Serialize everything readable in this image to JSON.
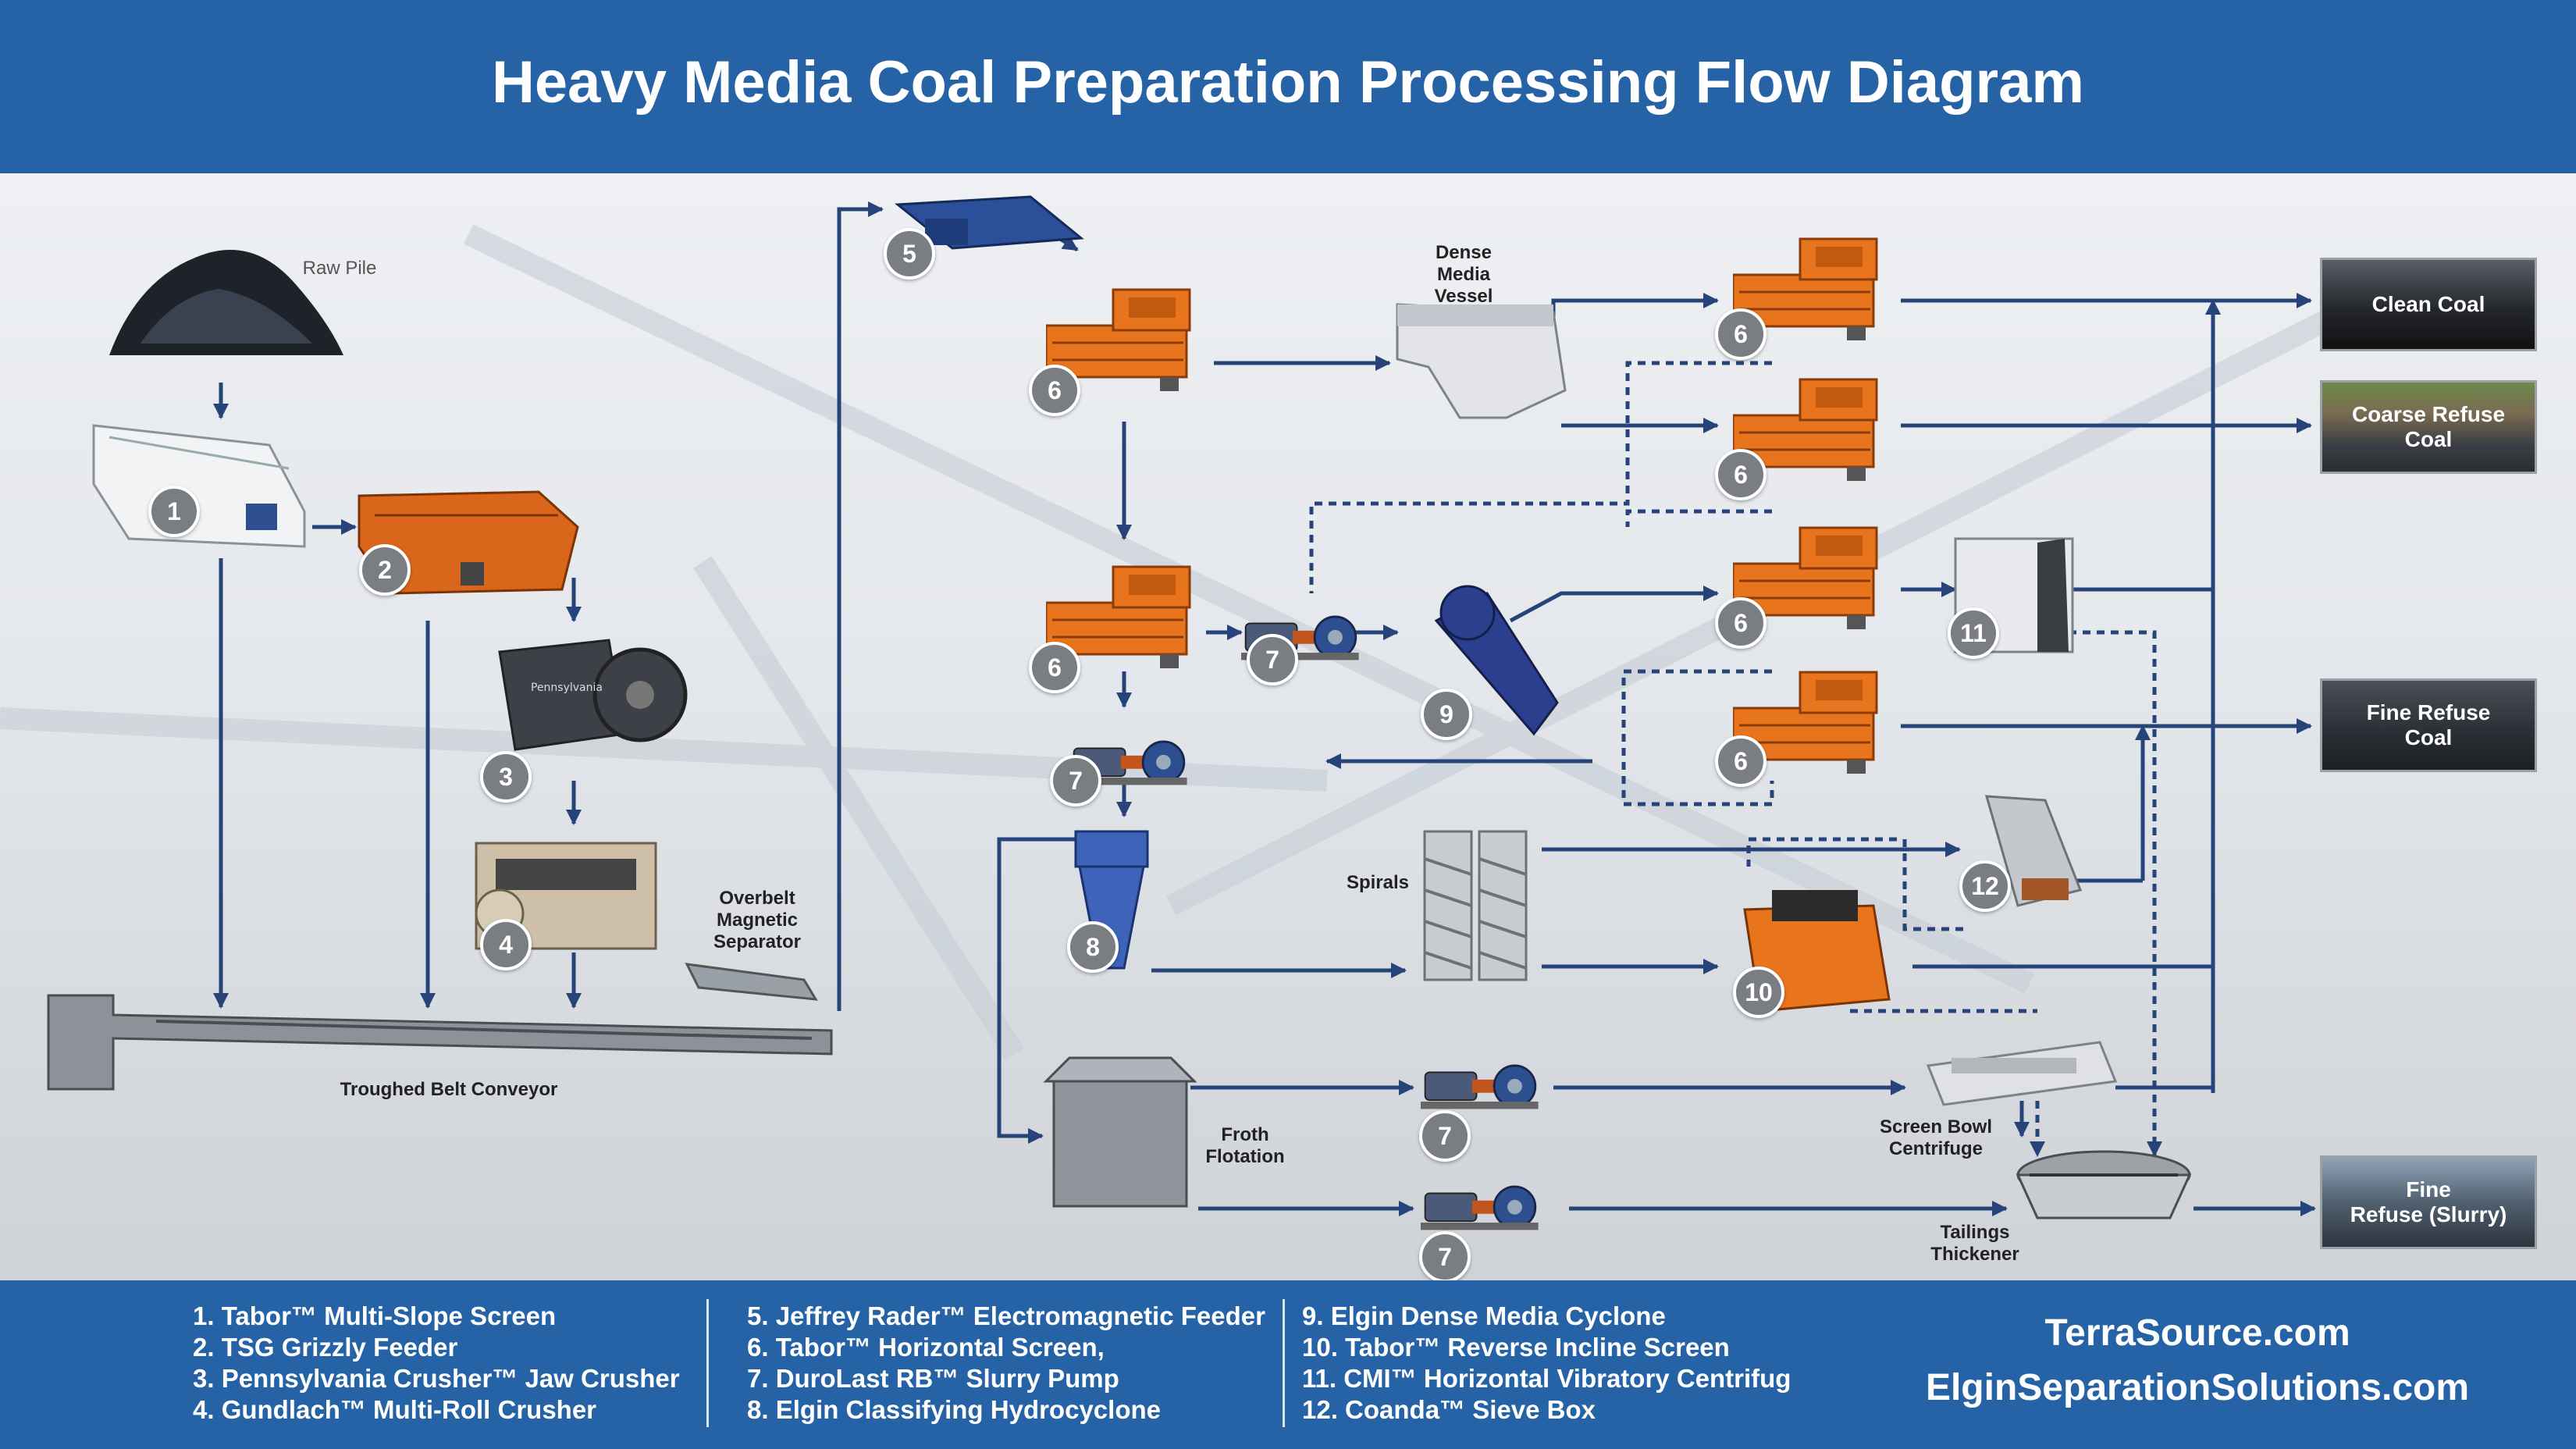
{
  "title": "Heavy Media Coal Preparation Processing Flow Diagram",
  "labels": {
    "raw_pile": "Raw Pile",
    "dense_media_vessel": "Dense\nMedia\nVessel",
    "overbelt": "Overbelt\nMagnetic\nSeparator",
    "conveyor": "Troughed Belt Conveyor",
    "spirals": "Spirals",
    "froth": "Froth\nFlotation",
    "centrifuge": "Screen Bowl\nCentrifuge",
    "thickener": "Tailings\nThickener"
  },
  "products": {
    "clean": "Clean Coal",
    "coarse": "Coarse Refuse\nCoal",
    "fine": "Fine Refuse\nCoal",
    "slurry": "Fine\nRefuse (Slurry)"
  },
  "badges": {
    "n1": "1",
    "n2": "2",
    "n3": "3",
    "n4": "4",
    "n5": "5",
    "n6": "6",
    "n7": "7",
    "n8": "8",
    "n9": "9",
    "n10": "10",
    "n11": "11",
    "n12": "12"
  },
  "legend": {
    "col1": [
      "1.   Tabor™ Multi-Slope Screen",
      "2.   TSG Grizzly Feeder",
      "3.   Pennsylvania Crusher™ Jaw Crusher",
      "4.   Gundlach™ Multi-Roll Crusher"
    ],
    "col2": [
      "5.   Jeffrey Rader™ Electromagnetic Feeder",
      "6.   Tabor™ Horizontal Screen,",
      "7.   DuroLast RB™ Slurry Pump",
      "8.   Elgin Classifying Hydrocyclone"
    ],
    "col3": [
      "9.   Elgin Dense Media Cyclone",
      "10. Tabor™ Reverse Incline Screen",
      "11.  CMI™ Horizontal Vibratory Centrifug",
      "12. Coanda™ Sieve Box"
    ]
  },
  "sites": [
    "TerraSource.com",
    "ElginSeparationSolutions.com"
  ],
  "colors": {
    "header": "#2563a6",
    "flow": "#27447a",
    "screen": "#e8741e",
    "badge": "#7a7d82"
  }
}
